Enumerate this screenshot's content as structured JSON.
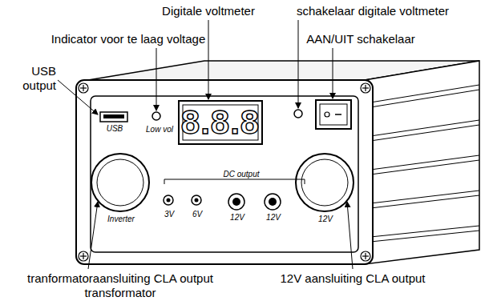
{
  "diagram": {
    "labels": [
      "Digitale voltmeter",
      "schakelaar digitale voltmeter",
      "Indicator voor te laag voltage",
      "AAN/UIT schakelaar",
      "USB output",
      "USB",
      "Low vol",
      "8.8.8",
      "DC output",
      "Inverter",
      "3V",
      "6V",
      "12V",
      "12V",
      "12V",
      "tranformatoraansluiting CLA output transformator",
      "12V aansluiting CLA output"
    ]
  }
}
